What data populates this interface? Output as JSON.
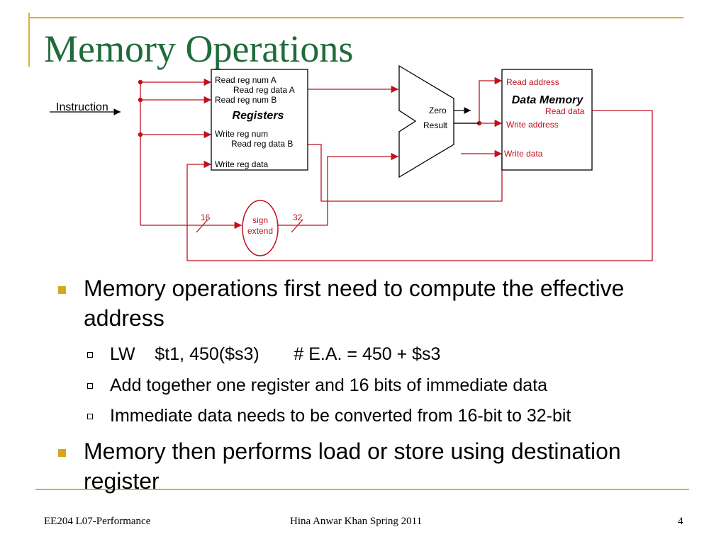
{
  "title": "Memory Operations",
  "diagram": {
    "instruction_label": "Instruction",
    "registers": {
      "title": "Registers",
      "read_reg_num_a": "Read reg num A",
      "read_reg_data_a": "Read reg data A",
      "read_reg_num_b": "Read reg num B",
      "write_reg_num": "Write reg num",
      "read_reg_data_b": "Read reg data B",
      "write_reg_data": "Write reg data"
    },
    "alu": {
      "zero": "Zero",
      "result": "Result"
    },
    "data_memory": {
      "title": "Data Memory",
      "read_address": "Read address",
      "read_data": "Read data",
      "write_address": "Write address",
      "write_data": "Write data"
    },
    "sign_extend": {
      "line1": "sign",
      "line2": "extend",
      "in_bits": "16",
      "out_bits": "32"
    },
    "colors": {
      "wire": "#c0101e",
      "box": "#000000"
    }
  },
  "bullets": [
    {
      "line1": "Memory operations first need to compute the effective",
      "line2": "address",
      "sub": [
        {
          "text": "LW    $t1, 450($s3)       # E.A. = 450 + $s3"
        },
        {
          "text": "Add together one register and 16 bits of immediate data"
        },
        {
          "text": "Immediate data needs to be converted from 16-bit to 32-bit"
        }
      ]
    },
    {
      "line1": "Memory then performs load or store using destination",
      "line2": "register"
    }
  ],
  "footer": {
    "left": "EE204 L07-Performance",
    "center": "Hina Anwar Khan Spring 2011",
    "page": "4"
  },
  "colors": {
    "title": "#1f6b3a",
    "accent": "#d9b13a",
    "bullet": "#d9a520"
  }
}
